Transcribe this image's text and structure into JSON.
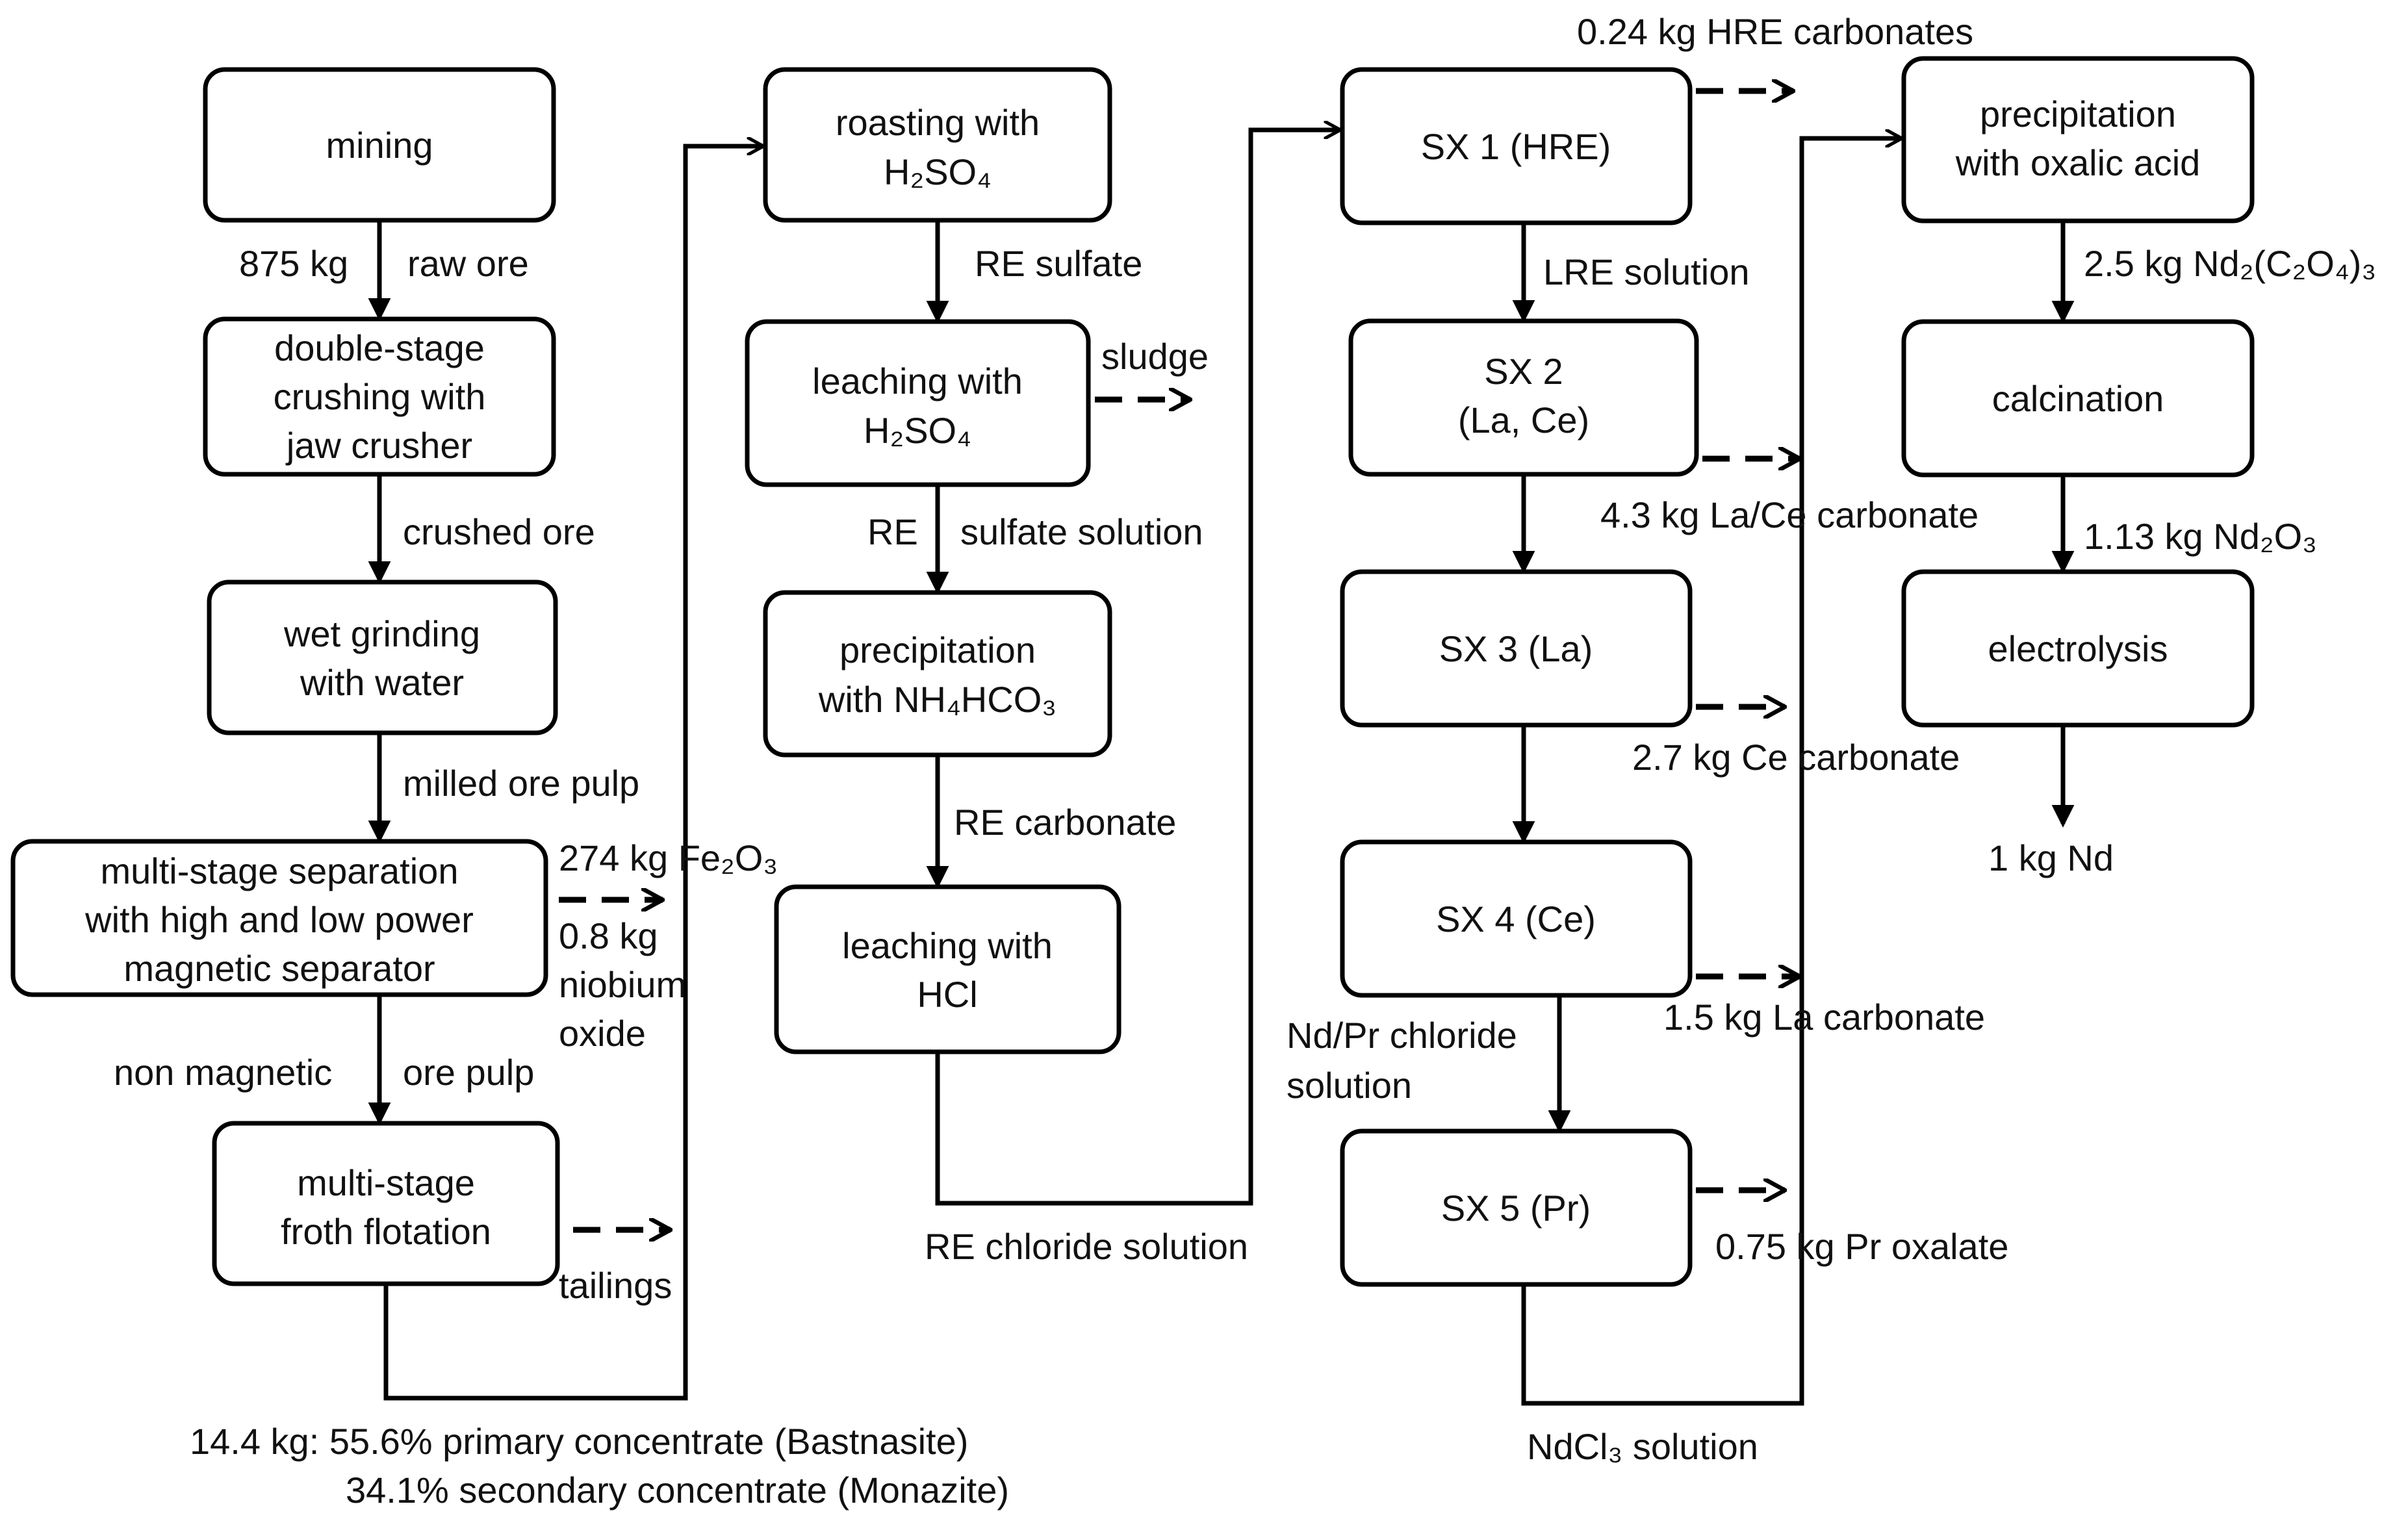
{
  "boxes": {
    "mining": [
      "mining"
    ],
    "crushing": [
      "double-stage",
      "crushing with",
      "jaw crusher"
    ],
    "grinding": [
      "wet grinding",
      "with water"
    ],
    "magnetic": [
      "multi-stage separation",
      "with high and low  power",
      "magnetic separator"
    ],
    "flotation": [
      "multi-stage",
      "froth flotation"
    ],
    "roasting": [
      "roasting with",
      "H₂SO₄"
    ],
    "leach_h2so4": [
      "leaching with",
      "H₂SO₄"
    ],
    "precip_nh4": [
      "precipitation",
      "with NH₄HCO₃"
    ],
    "leach_hcl": [
      "leaching with",
      "HCl"
    ],
    "sx1": [
      "SX 1 (HRE)"
    ],
    "sx2": [
      "SX 2",
      "(La, Ce)"
    ],
    "sx3": [
      "SX 3 (La)"
    ],
    "sx4": [
      "SX 4 (Ce)"
    ],
    "sx5": [
      "SX 5 (Pr)"
    ],
    "precip_oxalic": [
      "precipitation",
      "with oxalic acid"
    ],
    "calcination": [
      "calcination"
    ],
    "electrolysis": [
      "electrolysis"
    ]
  },
  "labels": {
    "ore_mass": "875 kg",
    "raw_ore": "raw ore",
    "crushed_ore": "crushed ore",
    "milled_ore_pulp": "milled ore pulp",
    "fe2o3": "274 kg Fe₂O₃",
    "niobium_1": "0.8 kg",
    "niobium_2": "niobium",
    "niobium_3": "oxide",
    "non_magnetic": "non magnetic",
    "ore_pulp": "ore pulp",
    "tailings": "tailings",
    "concentrate_1": "14.4 kg: 55.6% primary concentrate (Bastnasite)",
    "concentrate_2": "34.1% secondary concentrate (Monazite)",
    "re_sulfate": "RE sulfate",
    "sludge": "sludge",
    "re": "RE",
    "sulfate_solution": "sulfate solution",
    "re_carbonate": "RE carbonate",
    "re_chloride_solution": "RE chloride solution",
    "hre_carbonates": "0.24 kg HRE carbonates",
    "lre_solution": "LRE solution",
    "la_ce_carbonate": "4.3 kg La/Ce carbonate",
    "ce_carbonate": "2.7 kg Ce carbonate",
    "la_carbonate": "1.5 kg La carbonate",
    "ndpr_1": "Nd/Pr chloride",
    "ndpr_2": "solution",
    "pr_oxalate": "0.75  kg Pr oxalate",
    "ndcl3": "NdCl₃ solution",
    "nd_oxalate": "2.5 kg Nd₂(C₂O₄)₃",
    "nd2o3": "1.13 kg Nd₂O₃",
    "nd_final": "1 kg Nd"
  }
}
